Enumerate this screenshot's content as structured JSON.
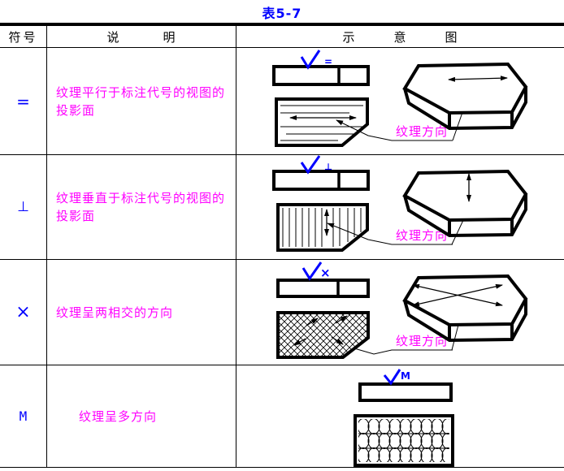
{
  "title": "表5-7",
  "colors": {
    "symbol_blue": "#0000ff",
    "text_magenta": "#ff00ff",
    "line_black": "#000000"
  },
  "header": {
    "col_symbol": "符号",
    "col_description": "说明",
    "col_diagram": "示意图"
  },
  "rows": [
    {
      "symbol": "=",
      "mark": "=",
      "description": "纹理平行于标注代号的视图的投影面",
      "diagram_label": "纹理方向"
    },
    {
      "symbol": "⊥",
      "mark": "⊥",
      "description": "纹理垂直于标注代号的视图的投影面",
      "diagram_label": "纹理方向"
    },
    {
      "symbol": "×",
      "mark": "×",
      "description": "纹理呈两相交的方向",
      "diagram_label": "纹理方向"
    },
    {
      "symbol": "M",
      "mark": "M",
      "description": "纹理呈多方向"
    }
  ]
}
